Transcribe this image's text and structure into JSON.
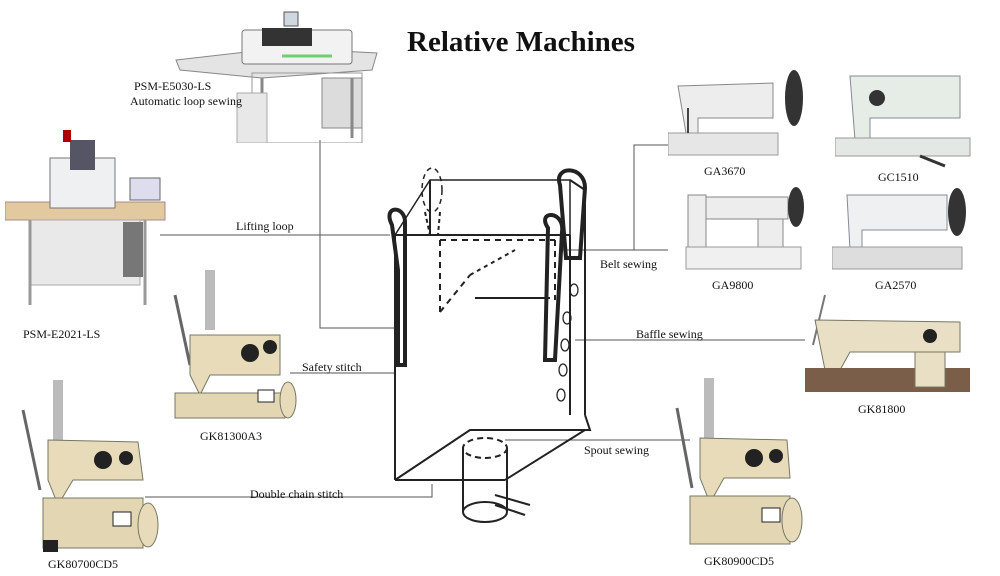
{
  "title": "Relative Machines",
  "machines": {
    "psm_e5030": {
      "model": "PSM-E5030-LS",
      "desc": "Automatic loop sewing"
    },
    "psm_e2021": {
      "model": "PSM-E2021-LS"
    },
    "gk81300a3": {
      "model": "GK81300A3"
    },
    "gk80700cd5": {
      "model": "GK80700CD5"
    },
    "ga3670": {
      "model": "GA3670"
    },
    "gc1510": {
      "model": "GC1510"
    },
    "ga9800": {
      "model": "GA9800"
    },
    "ga2570": {
      "model": "GA2570"
    },
    "gk81800": {
      "model": "GK81800"
    },
    "gk80900cd5": {
      "model": "GK80900CD5"
    }
  },
  "connections": {
    "lifting_loop": "Lifting loop",
    "safety_stitch": "Safety stitch",
    "double_chain_stitch": "Double chain stitch",
    "belt_sewing": "Belt sewing",
    "baffle_sewing": "Baffle sewing",
    "spout_sewing": "Spout sewing"
  },
  "colors": {
    "machine_beige": "#e8dcc0",
    "industrial_white": "#ececec",
    "line": "#333333"
  }
}
